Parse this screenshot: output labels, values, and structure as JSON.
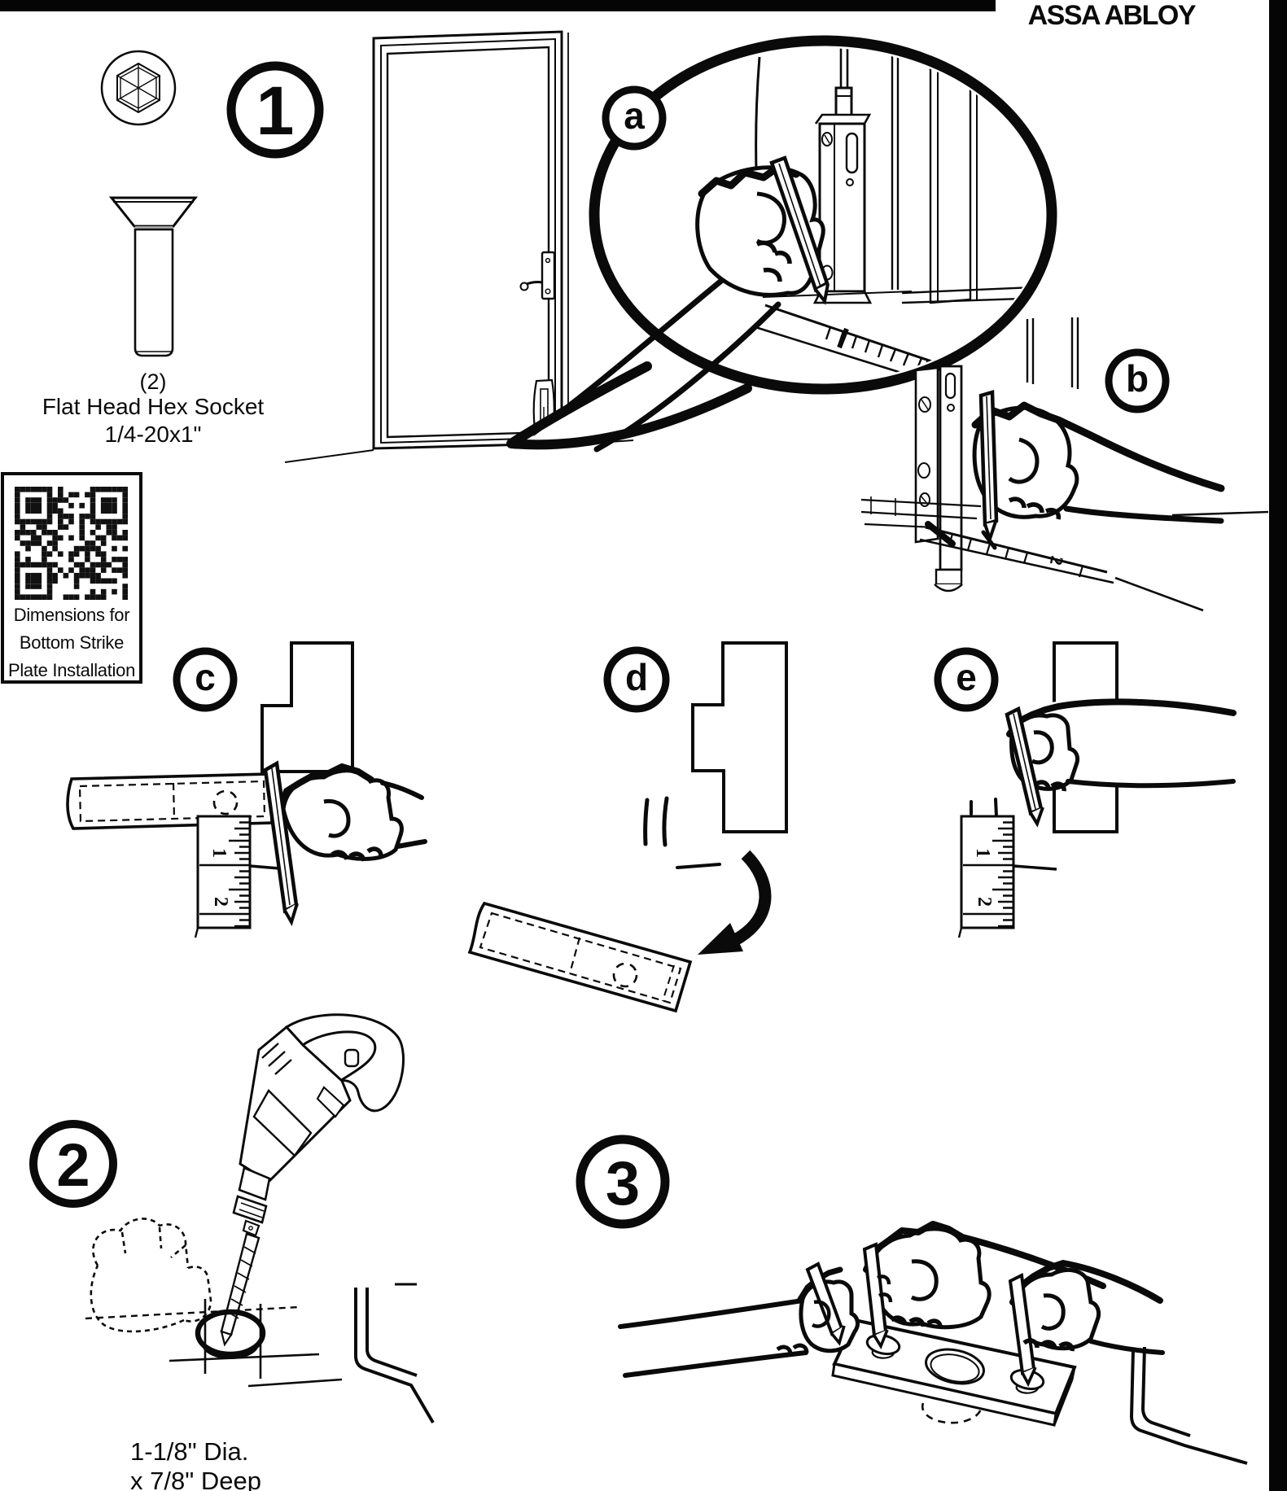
{
  "header": {
    "logo": "ASSA ABLOY"
  },
  "step1": {
    "number": "1",
    "screw_qty": "(2)",
    "screw_name": "Flat Head Hex Socket",
    "screw_size": "1/4-20x1\""
  },
  "step2": {
    "number": "2",
    "dimension_line1": "1-1/8\" Dia.",
    "dimension_line2": "x 7/8\" Deep"
  },
  "step3": {
    "number": "3"
  },
  "callouts": {
    "a": "a",
    "b": "b",
    "c": "c",
    "d": "d",
    "e": "e"
  },
  "qr": {
    "caption_line1": "Dimensions for",
    "caption_line2": "Bottom Strike",
    "caption_line3": "Plate Installation"
  },
  "ruler": {
    "inch1": "1",
    "inch2": "2"
  },
  "icons": {
    "screw_head": "hex-socket-screw-head-icon",
    "screw_side": "flat-head-screw-icon",
    "door": "door-icon",
    "qr": "qr-code",
    "hand": "hand-with-pencil-icon",
    "drill": "power-drill-icon",
    "ruler": "ruler-icon",
    "template": "marking-template-icon",
    "strike_plate": "bottom-strike-plate-icon",
    "arrow": "curved-arrow-icon"
  }
}
